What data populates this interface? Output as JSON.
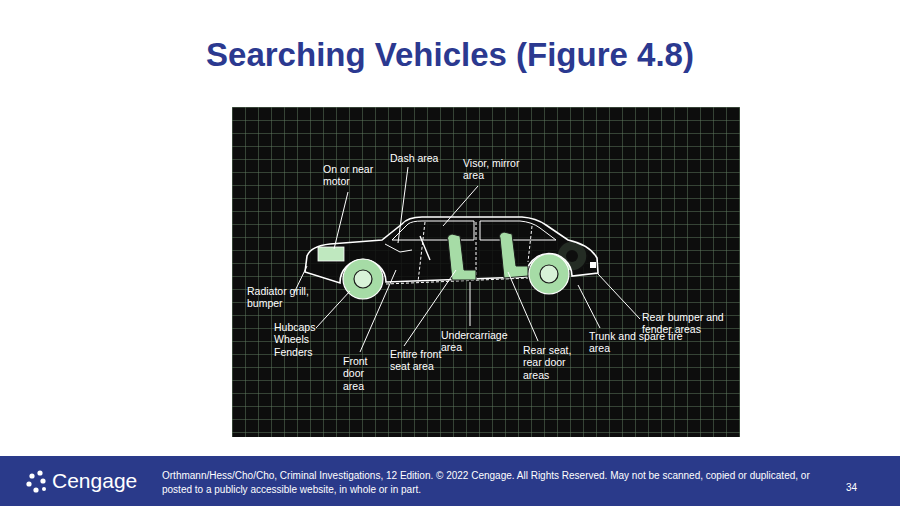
{
  "diagram": {
    "title": "Searching Vehicles (Figure 4.8)",
    "labels": [
      "On or near motor",
      "Dash area",
      "Visor, mirror area",
      "Radiator grill, bumper",
      "Hubcaps Wheels Fenders",
      "Front door area",
      "Entire front seat area",
      "Undercarriage area",
      "Rear seat, rear door areas",
      "Trunk and spare tire area",
      "Rear bumper and fender areas",
      "Cengage",
      "Orthmann/Hess/Cho/Cho, Criminal Investigations, 12 Edition. © 2022 Cengage. All Rights Reserved. May not be scanned, copied or duplicated, or posted to a publicly accessible website, in whole or in part.",
      "34"
    ]
  }
}
